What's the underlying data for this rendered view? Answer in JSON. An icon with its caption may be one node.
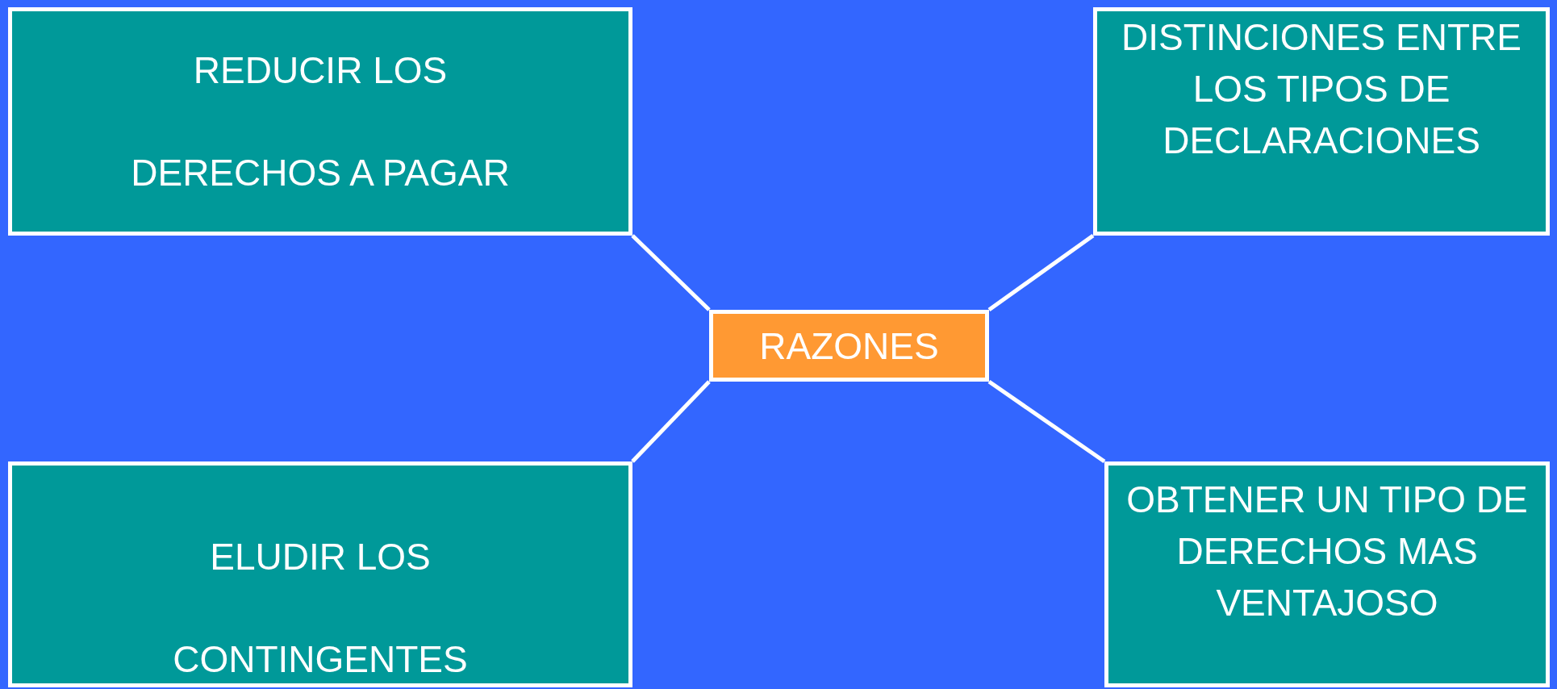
{
  "diagram": {
    "nodes": [
      {
        "text": [
          "REDUCIR LOS DERECHOS A PAGAR"
        ]
      },
      {
        "text": [
          "DISTINCIONES ENTRE LOS TIPOS DE DECLARACIONES"
        ]
      },
      {
        "text": [
          "RAZONES"
        ]
      },
      {
        "text": [
          "ELUDIR LOS CONTINGENTES"
        ]
      },
      {
        "text": [
          "OBTENER UN TIPO DE DERECHOS MAS VENTAJOSO"
        ]
      }
    ],
    "edges": [
      {
        "from": 2,
        "to": 0,
        "arrow": "none"
      },
      {
        "from": 2,
        "to": 1,
        "arrow": "none"
      },
      {
        "from": 2,
        "to": 3,
        "arrow": "none"
      },
      {
        "from": 2,
        "to": 4,
        "arrow": "none"
      }
    ]
  }
}
